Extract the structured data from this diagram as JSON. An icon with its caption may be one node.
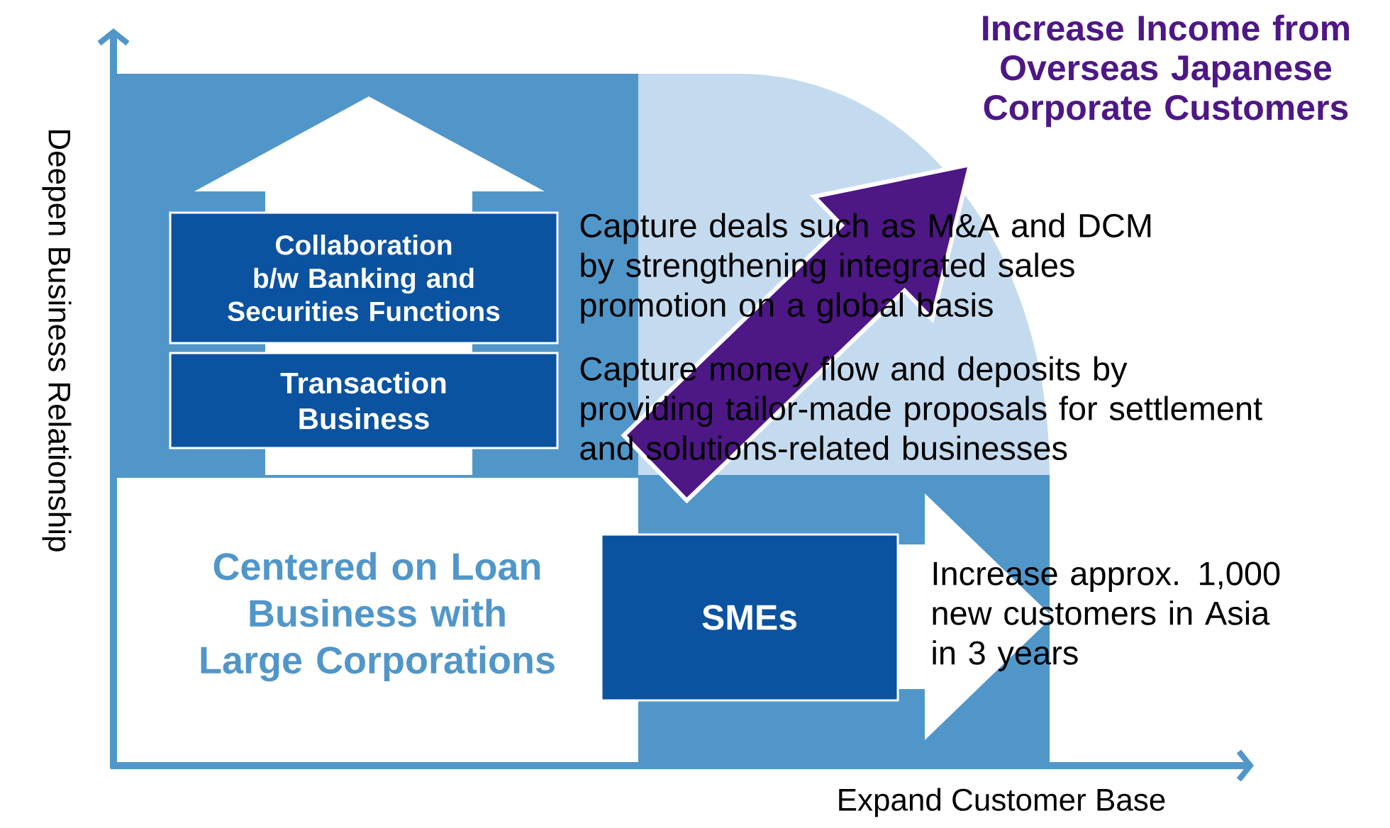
{
  "diagram": {
    "title": "Increase Income from Overseas Japanese Corporate Customers",
    "nodes": [
      {
        "text": [
          "Collaboration b/w Banking and Securities Functions"
        ],
        "beside": [
          "Capture deals such as M&A and DCM by strengthening integrated sales promotion on a global basis"
        ]
      },
      {
        "text": [
          "Transaction Business"
        ],
        "beside": [
          "Capture money flow and deposits by providing tailor-made proposals for settlement and solutions-related businesses"
        ]
      },
      {
        "text": [
          "SMEs"
        ],
        "beside": [
          "Increase approx. 1,000 new customers in Asia in 3 years"
        ]
      }
    ],
    "labels": [
      "Centered on Loan Business with Large Corporations",
      "Deepen Business Relationship",
      "Expand Customer Base"
    ]
  }
}
